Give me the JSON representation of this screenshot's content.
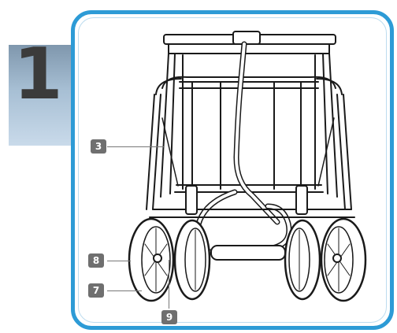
{
  "step": {
    "number": "1"
  },
  "callouts": {
    "c3": "3",
    "c8": "8",
    "c7": "7",
    "c9": "9"
  },
  "colors": {
    "frame_border": "#2d9bd6",
    "step_block": "#a7bfd4",
    "badge": "#6f6f6f",
    "line_art": "#1a1a1a"
  },
  "icons": {
    "illustration": "folded-wagon-front-view"
  }
}
